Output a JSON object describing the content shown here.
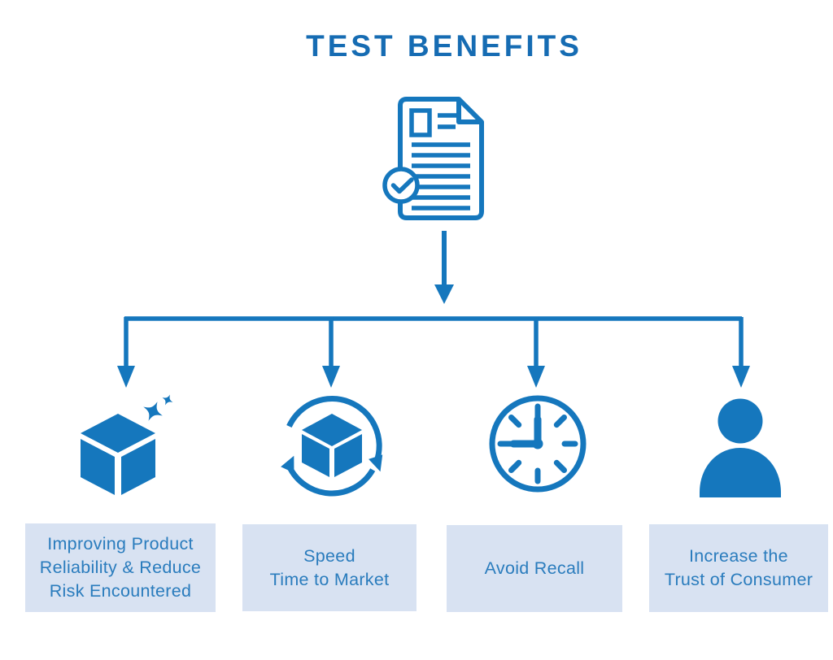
{
  "title": "TEST BENEFITS",
  "colors": {
    "primary": "#1577bd",
    "title": "#166cb3",
    "box_bg": "#d8e2f2",
    "box_text": "#2a7cbd"
  },
  "root_icon": "verified-document-icon",
  "benefits": [
    {
      "icon": "cube-sparkle-icon",
      "label": "Improving Product\nReliability & Reduce\nRisk Encountered"
    },
    {
      "icon": "cube-cycle-icon",
      "label": "Speed\nTime to Market"
    },
    {
      "icon": "clock-icon",
      "label": "Avoid Recall"
    },
    {
      "icon": "person-icon",
      "label": "Increase the\nTrust of Consumer"
    }
  ]
}
